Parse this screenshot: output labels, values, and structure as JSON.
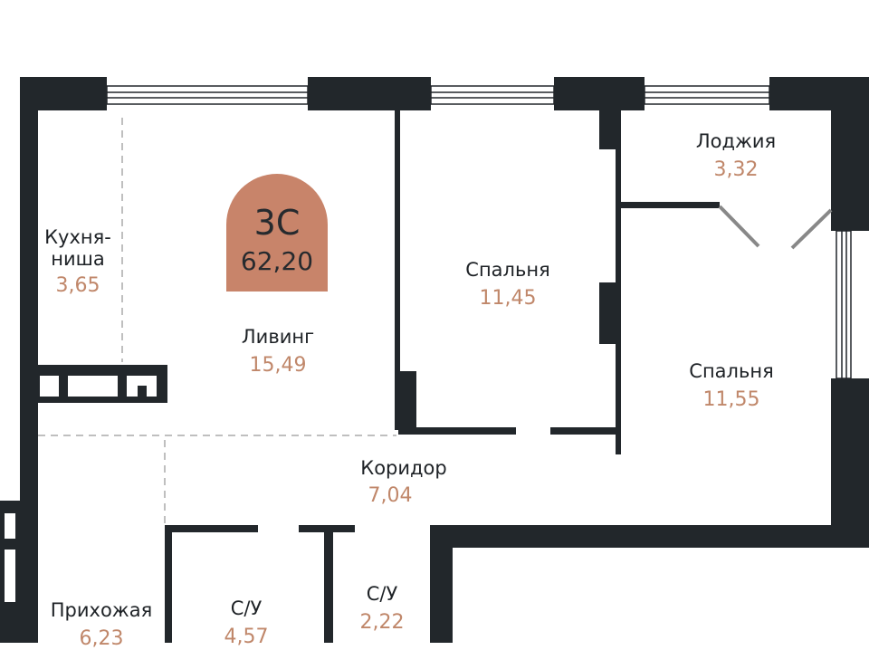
{
  "plan": {
    "type": "3С",
    "total_area": "62,20",
    "badge_color": "#c8846a",
    "wall_color": "#22272b",
    "area_color": "#c0876a",
    "rooms": [
      {
        "name": "Кухня-\nниша",
        "name_line1": "Кухня-",
        "name_line2": "ниша",
        "area": "3,65"
      },
      {
        "name": "Ливинг",
        "area": "15,49"
      },
      {
        "name": "Спальня",
        "area": "11,45"
      },
      {
        "name": "Лоджия",
        "area": "3,32"
      },
      {
        "name": "Спальня",
        "area": "11,55"
      },
      {
        "name": "Коридор",
        "area": "7,04"
      },
      {
        "name": "Прихожая",
        "area": "6,23"
      },
      {
        "name": "С/У",
        "area": "4,57"
      },
      {
        "name": "С/У",
        "area": "2,22"
      }
    ]
  }
}
